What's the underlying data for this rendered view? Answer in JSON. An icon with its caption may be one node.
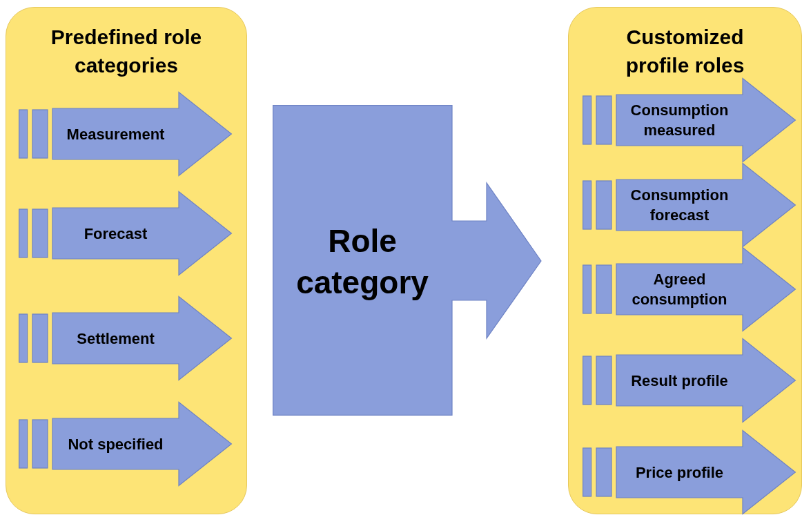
{
  "diagram": {
    "nodes": [
      {
        "text": [
          "Predefined role categories"
        ]
      },
      {
        "text": [
          "Measurement"
        ],
        "in": 0
      },
      {
        "text": [
          "Forecast"
        ],
        "in": 0
      },
      {
        "text": [
          "Settlement"
        ],
        "in": 0
      },
      {
        "text": [
          "Not specified"
        ],
        "in": 0
      },
      {
        "text": [
          "Role category"
        ]
      },
      {
        "text": [
          "Customized profile roles"
        ]
      },
      {
        "text": [
          "Consumption measured"
        ],
        "in": 6
      },
      {
        "text": [
          "Consumption forecast"
        ],
        "in": 6
      },
      {
        "text": [
          "Agreed consumption"
        ],
        "in": 6
      },
      {
        "text": [
          "Result profile"
        ],
        "in": 6
      },
      {
        "text": [
          "Price profile"
        ],
        "in": 6
      }
    ]
  }
}
